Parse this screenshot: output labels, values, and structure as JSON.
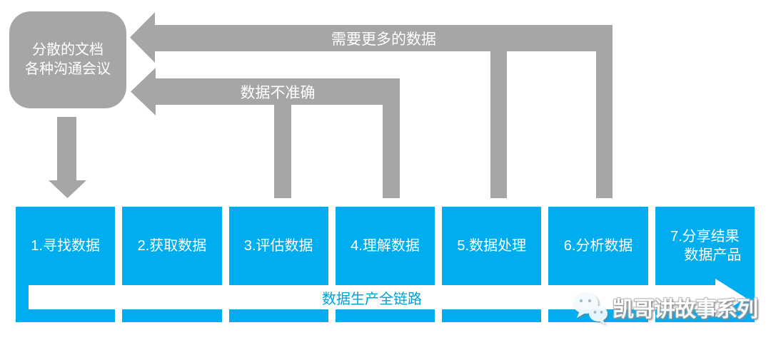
{
  "source_box": {
    "line1": "分散的文档",
    "line2": "各种沟通会议"
  },
  "feedback": {
    "need_more_data": {
      "label": "需要更多的数据"
    },
    "data_inaccurate": {
      "label": "数据不准确"
    }
  },
  "pipeline": {
    "steps": [
      {
        "label": "1.寻找数据"
      },
      {
        "label": "2.获取数据"
      },
      {
        "label": "3.评估数据"
      },
      {
        "label": "4.理解数据"
      },
      {
        "label": "5.数据处理"
      },
      {
        "label": "6.分析数据"
      },
      {
        "label": "7.分享结果",
        "label2": "数据产品"
      }
    ],
    "banner_label": "数据生产全链路"
  },
  "watermark": {
    "icon": "wechat-icon",
    "text": "凯哥讲故事系列"
  },
  "colors": {
    "step_blue": "#00AEEF",
    "arrow_gray": "#a6a6a6",
    "banner_text_blue": "#00A0DC",
    "text_white": "#ffffff"
  }
}
